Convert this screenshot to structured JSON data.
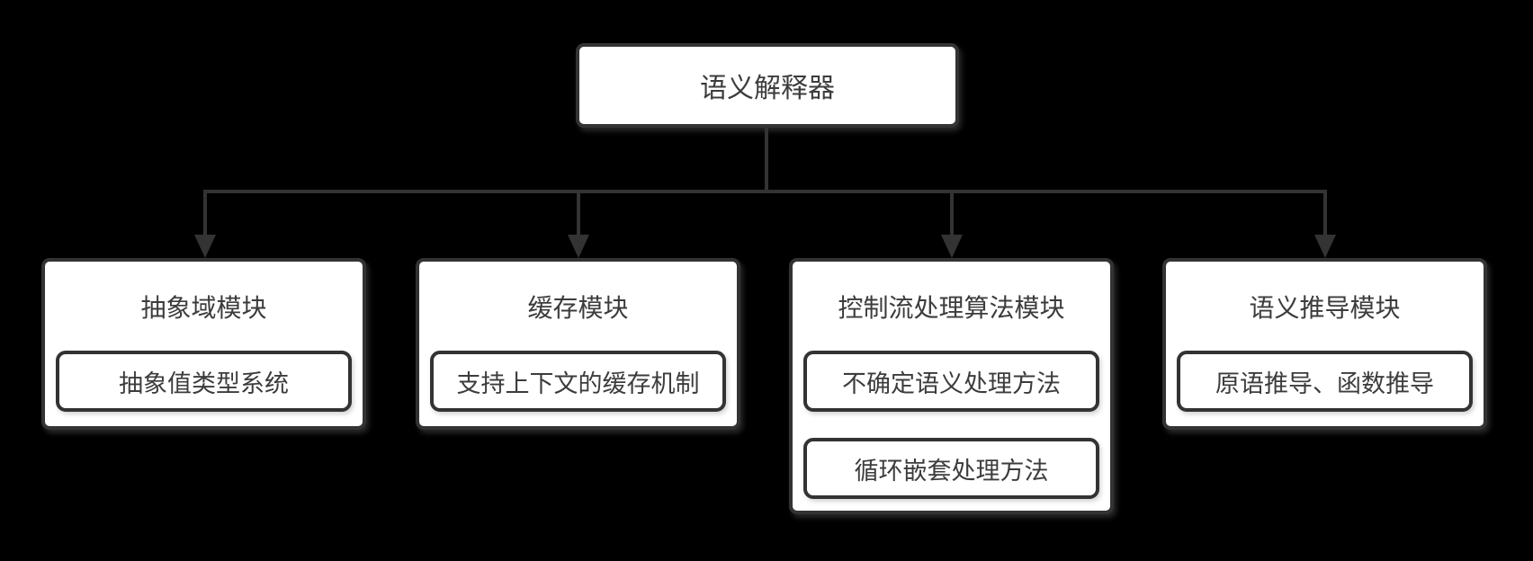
{
  "diagram": {
    "root": {
      "label": "语义解释器"
    },
    "modules": [
      {
        "title": "抽象域模块",
        "items": [
          "抽象值类型系统"
        ]
      },
      {
        "title": "缓存模块",
        "items": [
          "支持上下文的缓存机制"
        ]
      },
      {
        "title": "控制流处理算法模块",
        "items": [
          "不确定语义处理方法",
          "循环嵌套处理方法"
        ]
      },
      {
        "title": "语义推导模块",
        "items": [
          "原语推导、函数推导"
        ]
      }
    ],
    "colors": {
      "background": "#000000",
      "box_fill": "#ffffff",
      "box_border": "#333333",
      "text": "#3c3c3c",
      "connector": "#333333"
    }
  }
}
